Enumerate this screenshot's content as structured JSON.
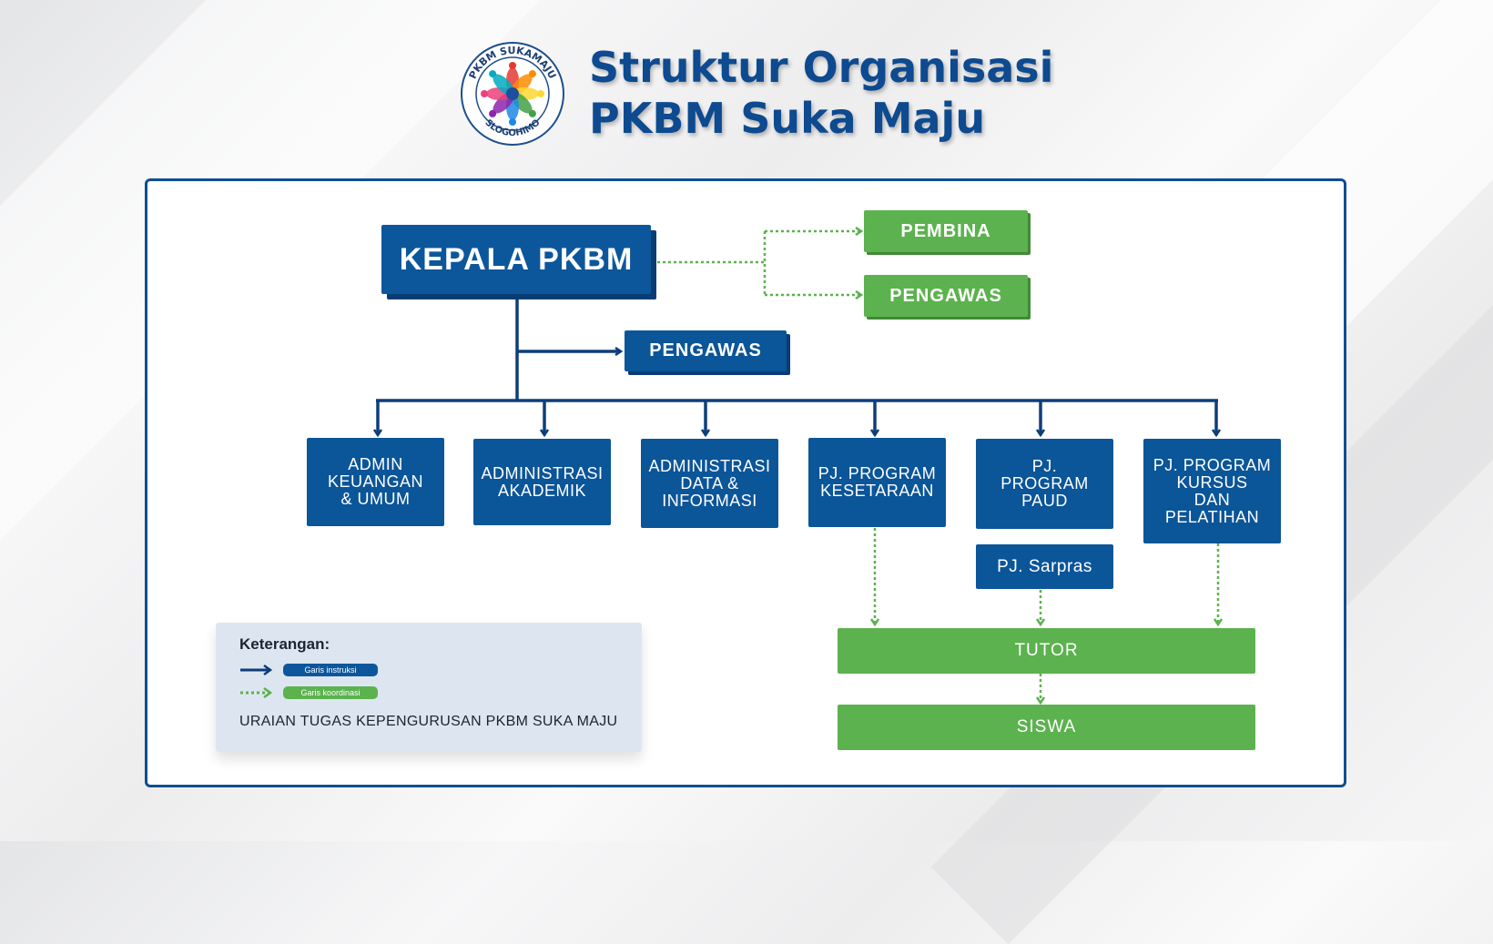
{
  "header": {
    "logo": {
      "top_text": "PKBM SUKAMAJU",
      "bottom_text": "SLOGOHIMO",
      "colors": [
        "#e53935",
        "#fb8c00",
        "#fdd835",
        "#43a047",
        "#1e88e5",
        "#8e24aa",
        "#ec407a",
        "#00acc1"
      ]
    },
    "title_line1": "Struktur Organisasi",
    "title_line2": "PKBM Suka Maju"
  },
  "chart": {
    "head": "KEPALA PKBM",
    "advisors": [
      "PEMBINA",
      "PENGAWAS"
    ],
    "supervisor": "PENGAWAS",
    "units": [
      "ADMIN\nKEUANGAN\n& UMUM",
      "ADMINISTRASI\nAKADEMIK",
      "ADMINISTRASI\nDATA &\nINFORMASI",
      "PJ. PROGRAM\nKESETARAAN",
      "PJ.\nPROGRAM\nPAUD",
      "PJ. PROGRAM\nKURSUS\nDAN\nPELATIHAN"
    ],
    "sarpras": "PJ. Sarpras",
    "tutor": "TUTOR",
    "siswa": "SISWA"
  },
  "legend": {
    "title": "Keterangan:",
    "instruction_label": "Garis instruksi",
    "coordination_label": "Garis koordinasi",
    "description": "URAIAN TUGAS KEPENGURUSAN PKBM SUKA MAJU"
  },
  "colors": {
    "blue": "#0b5599",
    "blue_shadow": "#0a3c74",
    "green": "#5cb24e",
    "line_blue": "#0d3e7a",
    "line_green": "#5cb24e"
  }
}
